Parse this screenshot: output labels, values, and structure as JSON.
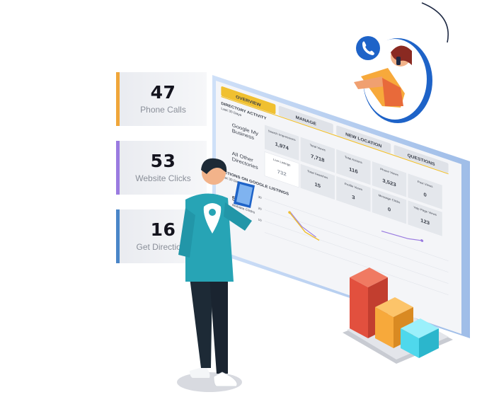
{
  "stats": [
    {
      "value": "47",
      "label": "Phone Calls",
      "color": "#f0a63a"
    },
    {
      "value": "53",
      "label": "Website Clicks",
      "color": "#9a7be0"
    },
    {
      "value": "16",
      "label": "Get Directions",
      "color": "#4a86c8"
    }
  ],
  "dashboard": {
    "tabs": [
      "OVERVIEW",
      "MANAGE",
      "NEW LOCATION",
      "QUESTIONS"
    ],
    "section_title": "DIRECTORY ACTIVITY",
    "section_subtitle": "Last 30 Days",
    "rows": [
      {
        "name_line1": "Google My",
        "name_line2": "Business"
      },
      {
        "name_line1": "All Other",
        "name_line2": "Directories"
      }
    ],
    "metrics_google": [
      {
        "label": "Search Impressions",
        "value": "1,974"
      },
      {
        "label": "Total Views",
        "value": "7,718"
      },
      {
        "label": "Total Actions",
        "value": "116"
      },
      {
        "label": "Phone Views",
        "value": "3,523"
      },
      {
        "label": "Post Views",
        "value": "0"
      }
    ],
    "metrics_other": [
      {
        "label": "Live Listings",
        "value": "732"
      },
      {
        "label": "Total Searches",
        "value": "15"
      },
      {
        "label": "Profile Views",
        "value": "3"
      },
      {
        "label": "Message Clicks",
        "value": "0"
      },
      {
        "label": "Yelp Page Views",
        "value": "123"
      }
    ],
    "actions_title": "ACTIONS ON GOOGLE LISTINGS",
    "actions_subtitle": "Last 30 Days",
    "actions_value": "53",
    "actions_label": "Website Clicks",
    "axis_ticks": [
      "30",
      "20",
      "10"
    ]
  },
  "colors": {
    "accent": "#f0c030",
    "teal": "#27a4b5",
    "red": "#e2503e",
    "orange": "#f7a93b",
    "cyan": "#4fd8ec",
    "frame": "#bcd4f4",
    "phone_blue": "#1e63c8"
  },
  "icons": [
    "phone-icon",
    "tablet-icon",
    "location-pin-icon"
  ]
}
